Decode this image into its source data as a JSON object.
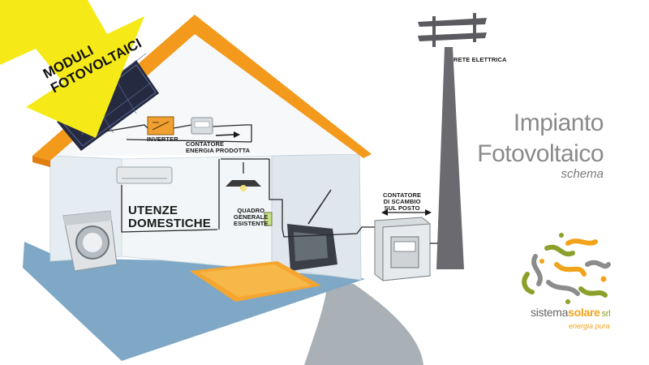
{
  "arrow": {
    "line1": "MODULI",
    "line2": "FOTOVOLTAICI"
  },
  "labels": {
    "inverter": "INVERTER",
    "contatore_prodotta_1": "CONTATORE",
    "contatore_prodotta_2": "ENERGIA PRODOTTA",
    "utenze_1": "UTENZE",
    "utenze_2": "DOMESTICHE",
    "quadro_1": "QUADRO",
    "quadro_2": "GENERALE",
    "quadro_3": "ESISTENTE",
    "scambio_1": "CONTATORE",
    "scambio_2": "DI SCAMBIO",
    "scambio_3": "SUL POSTO",
    "rete": "RETE ELETTRICA"
  },
  "title": {
    "line1": "Impianto",
    "line2": "Fotovoltaico",
    "subtitle": "schema"
  },
  "brand": {
    "part1": "sistema",
    "part2": "solare",
    "part3": "srl",
    "tagline": "energia pura"
  },
  "colors": {
    "roof": "#f39a1d",
    "arrow": "#f5ea18",
    "floor": "#7fa8c6",
    "wall": "#edf2f6",
    "wire": "#2a2a2a",
    "logo_orange": "#f2a31b",
    "logo_green": "#8aa02a",
    "logo_gray": "#8c8c8c"
  }
}
